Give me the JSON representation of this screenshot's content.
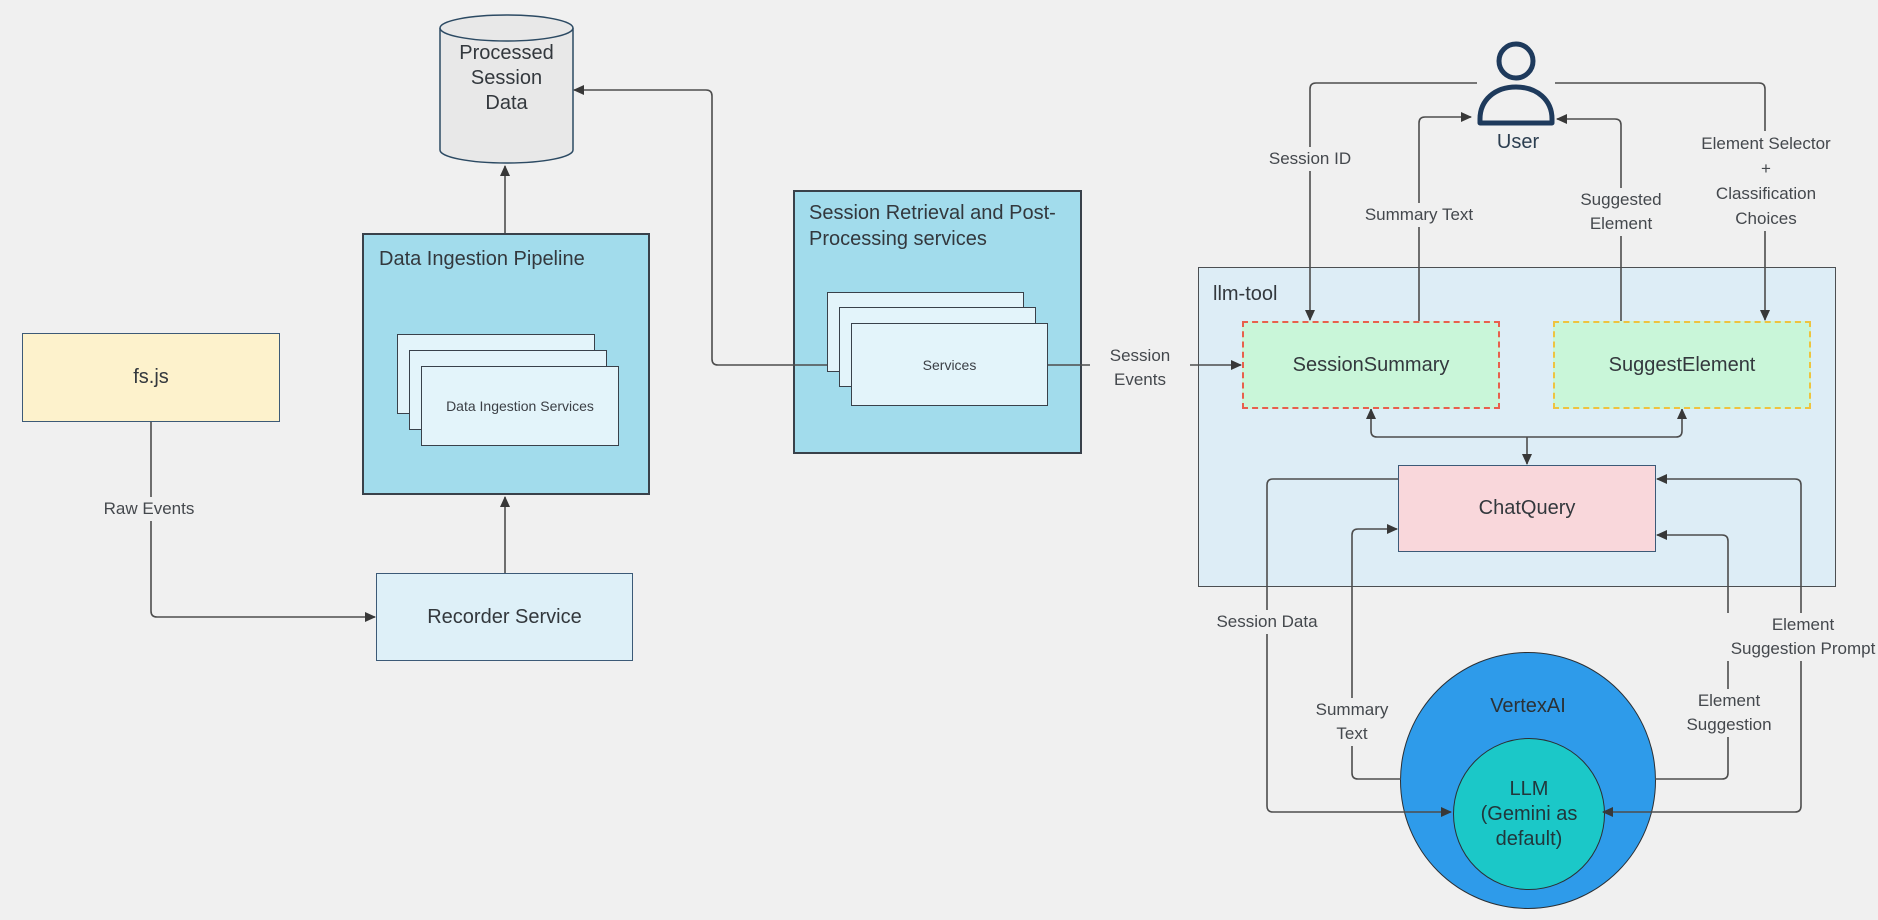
{
  "canvas": {
    "background": "#f0f0f0",
    "line_color": "#4d4d4d"
  },
  "nodes": {
    "processed_session_data": {
      "label": "Processed\nSession\nData",
      "shape": "cylinder",
      "fill": "#e8e8e8",
      "border": "#2c4a63"
    },
    "fs_js": {
      "label": "fs.js",
      "fill": "#fdf2cc",
      "border": "#3c5a77"
    },
    "data_ingestion_pipeline": {
      "title": "Data Ingestion Pipeline",
      "service_card": "Data Ingestion Services",
      "fill": "#a2dcec",
      "card_fill": "#e3f4fa"
    },
    "recorder_service": {
      "label": "Recorder Service",
      "fill": "#def0f8",
      "border": "#3c5a77"
    },
    "session_retrieval": {
      "title": "Session Retrieval and Post-\nProcessing services",
      "service_card": "Services",
      "fill": "#a2dcec",
      "card_fill": "#e3f4fa"
    },
    "llm_tool": {
      "title": "llm-tool",
      "fill": "#ddedf6"
    },
    "session_summary": {
      "label": "SessionSummary",
      "fill": "#c9f6d9",
      "border": "#e8604c",
      "border_style": "dashed"
    },
    "suggest_element": {
      "label": "SuggestElement",
      "fill": "#c9f6d9",
      "border": "#eec33f",
      "border_style": "dashed"
    },
    "chat_query": {
      "label": "ChatQuery",
      "fill": "#f9d7db",
      "border": "#3c5a77"
    },
    "user": {
      "label": "User",
      "icon": "person-icon",
      "icon_color": "#1e3a5c"
    },
    "vertex_ai": {
      "label": "VertexAI",
      "fill": "#2e9bea"
    },
    "llm": {
      "label": "LLM\n(Gemini as\ndefault)",
      "fill": "#1bc8c8"
    }
  },
  "edge_labels": {
    "raw_events": "Raw Events",
    "session_events": "Session\nEvents",
    "session_id": "Session ID",
    "summary_text_user": "Summary Text",
    "suggested_element": "Suggested\nElement",
    "element_selector": "Element Selector\n+\nClassification\nChoices",
    "session_data": "Session Data",
    "summary_text_chat": "Summary\nText",
    "element_suggestion": "Element\nSuggestion",
    "element_suggestion_prompt": "Element\nSuggestion Prompt"
  }
}
